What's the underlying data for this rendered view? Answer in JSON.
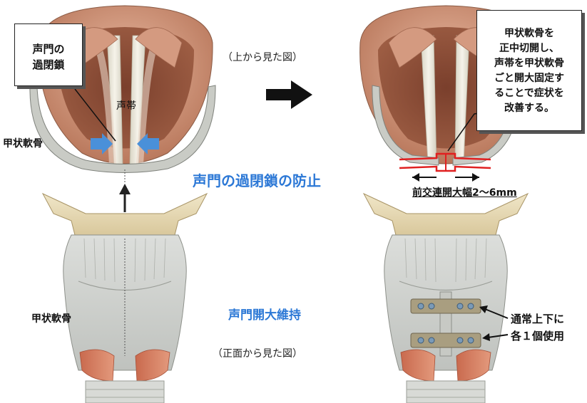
{
  "callouts": {
    "left": [
      "声門の",
      "過閉鎖"
    ],
    "right": [
      "甲状軟骨を",
      "正中切開し、",
      "声帯を甲状軟骨",
      "ごと開大固定す",
      "ることで症状を",
      "改善する。"
    ]
  },
  "labels": {
    "top_view": "（上から見た図）",
    "front_view": "（正面から見た図）",
    "vocal_cord": "声帯",
    "thyroid_top": "甲状軟骨",
    "thyroid_bottom": "甲状軟骨",
    "prevent": "声門の過閉鎖の防止",
    "maintain": "声門開大維持",
    "width": "前交連開大幅2～6mm",
    "usage_1": "通常上下に",
    "usage_2": "各１個使用"
  },
  "colors": {
    "accent_blue": "#2c78d6",
    "implant_red": "#e02020",
    "cartilage": "#d3d5d2"
  }
}
